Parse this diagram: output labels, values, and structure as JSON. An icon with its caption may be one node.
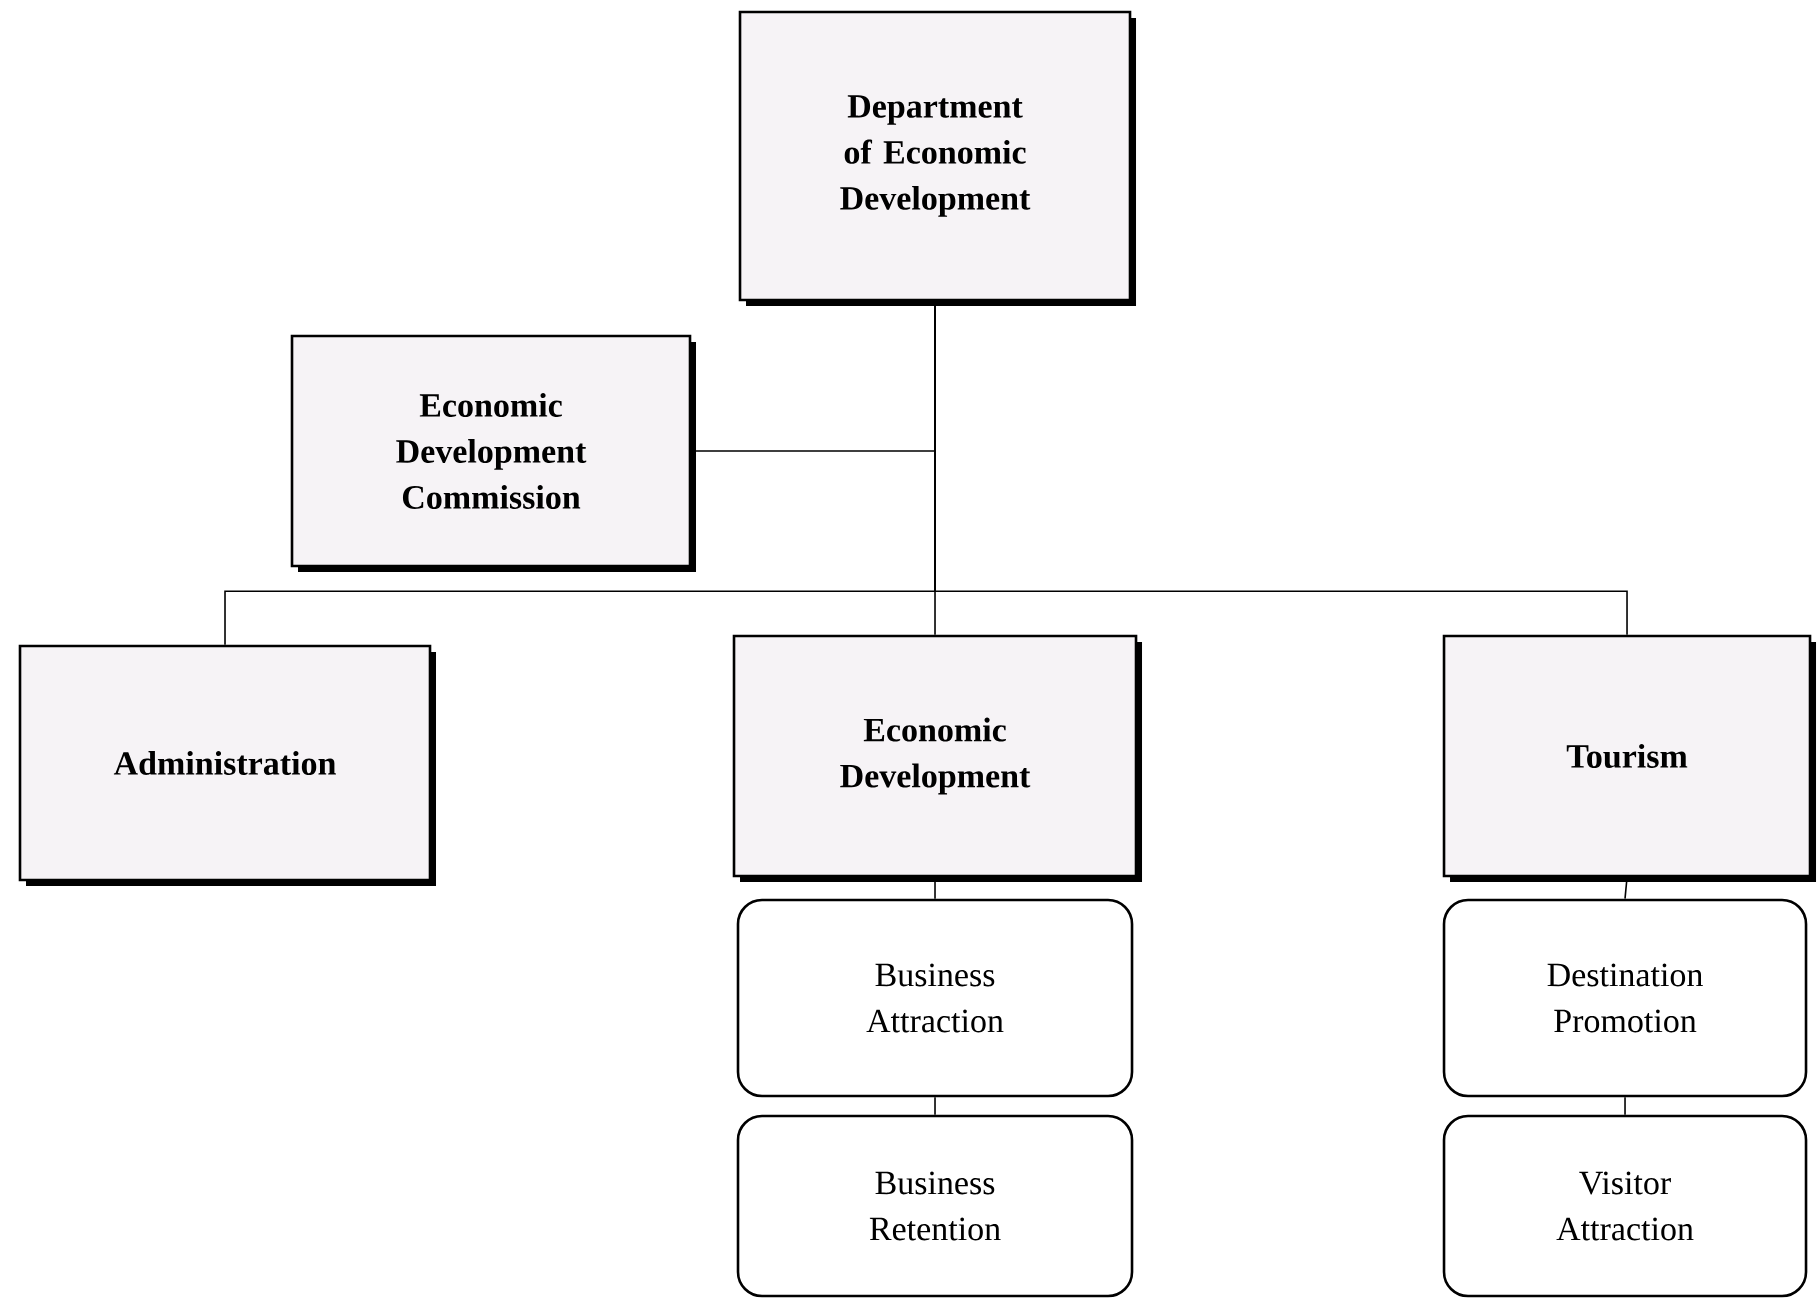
{
  "diagram": {
    "nodes": [
      {
        "text": [
          "Department of Economic Development"
        ]
      },
      {
        "text": [
          "Economic Development Commission"
        ]
      },
      {
        "text": [
          "Administration"
        ]
      },
      {
        "text": [
          "Economic Development"
        ]
      },
      {
        "text": [
          "Tourism"
        ]
      },
      {
        "text": [
          "Business Attraction"
        ]
      },
      {
        "text": [
          "Business Retention"
        ]
      },
      {
        "text": [
          "Destination Promotion"
        ]
      },
      {
        "text": [
          "Visitor Attraction"
        ]
      }
    ],
    "edges": [
      {
        "from": 0,
        "to": 1,
        "arrow": "none"
      },
      {
        "from": 0,
        "to": 2,
        "arrow": "none"
      },
      {
        "from": 0,
        "to": 3,
        "arrow": "none"
      },
      {
        "from": 0,
        "to": 4,
        "arrow": "none"
      },
      {
        "from": 3,
        "to": 5,
        "arrow": "none"
      },
      {
        "from": 5,
        "to": 6,
        "arrow": "none"
      },
      {
        "from": 4,
        "to": 7,
        "arrow": "none"
      },
      {
        "from": 7,
        "to": 8,
        "arrow": "none"
      }
    ]
  }
}
